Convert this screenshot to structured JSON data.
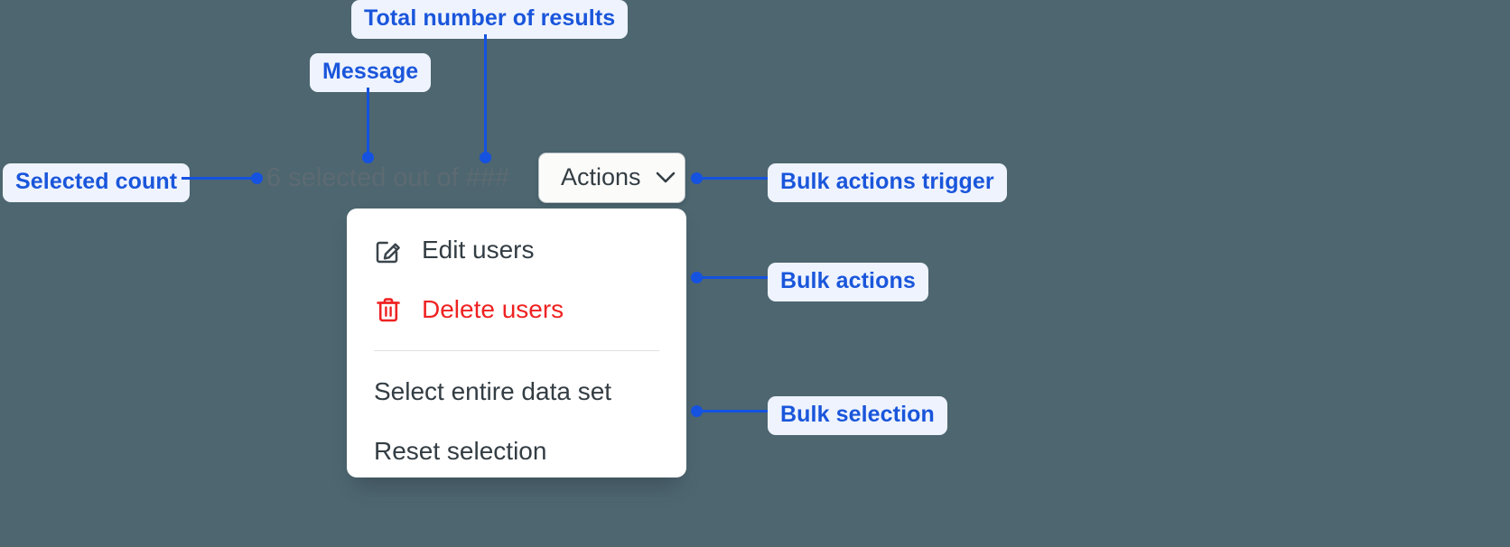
{
  "canvas": {
    "background_color": "#4d6670",
    "accent_color": "#1552e0",
    "callout_bg_color": "#eef3fe",
    "danger_color": "#ef2222"
  },
  "annotations": {
    "total_results": "Total number of results",
    "message": "Message",
    "selected_count": "Selected count",
    "bulk_actions_trigger": "Bulk actions trigger",
    "bulk_actions": "Bulk actions",
    "bulk_selection": "Bulk selection"
  },
  "toolbar": {
    "selection_message": "6 selected out of ###",
    "selected_number": "6",
    "total_placeholder": "###",
    "actions_button_label": "Actions",
    "chevron_icon": "chevron-down-icon"
  },
  "menu": {
    "actions_group": [
      {
        "label": "Edit users",
        "icon": "edit-pencil-icon",
        "tone": "default"
      },
      {
        "label": "Delete users",
        "icon": "trash-icon",
        "tone": "danger"
      }
    ],
    "selection_group": [
      {
        "label": "Select entire data set",
        "icon": "",
        "tone": "default"
      },
      {
        "label": "Reset selection",
        "icon": "",
        "tone": "default"
      }
    ]
  }
}
